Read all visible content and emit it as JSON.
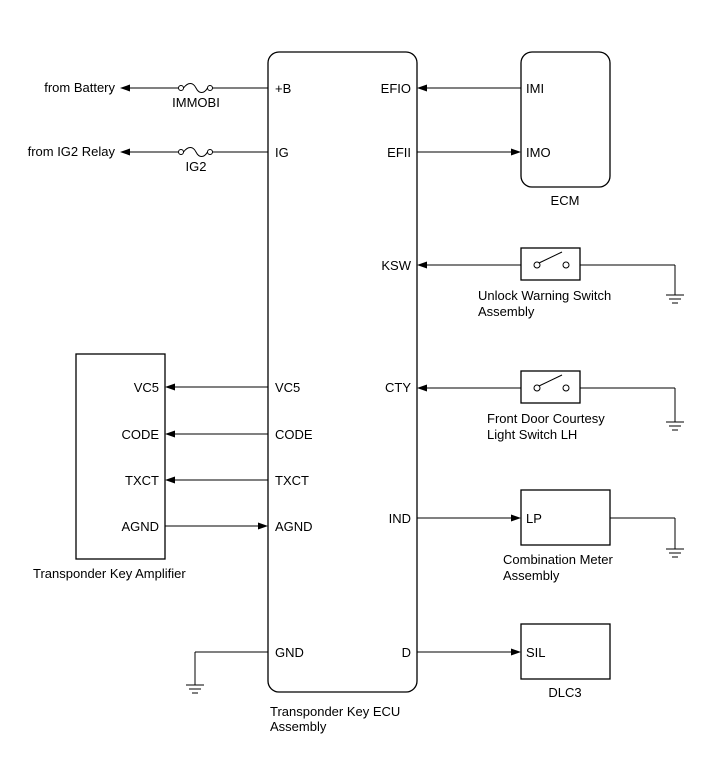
{
  "ecu": {
    "label": [
      "Transponder Key ECU",
      "Assembly"
    ],
    "pins_left": [
      "+B",
      "IG",
      "VC5",
      "CODE",
      "TXCT",
      "AGND",
      "GND"
    ],
    "pins_right": [
      "EFIO",
      "EFII",
      "KSW",
      "CTY",
      "IND",
      "D"
    ]
  },
  "inputs": {
    "battery": "from Battery",
    "ig2_relay": "from IG2 Relay",
    "fuse_immobi": "IMMOBI",
    "fuse_ig2": "IG2"
  },
  "ecm": {
    "label": "ECM",
    "pins": [
      "IMI",
      "IMO"
    ]
  },
  "amplifier": {
    "label": "Transponder Key Amplifier",
    "pins": [
      "VC5",
      "CODE",
      "TXCT",
      "AGND"
    ]
  },
  "unlock_switch": {
    "label": [
      "Unlock Warning Switch",
      "Assembly"
    ]
  },
  "courtesy_switch": {
    "label": [
      "Front Door Courtesy",
      "Light Switch LH"
    ]
  },
  "meter": {
    "label": [
      "Combination Meter",
      "Assembly"
    ],
    "pin": "LP"
  },
  "dlc3": {
    "label": "DLC3",
    "pin": "SIL"
  }
}
